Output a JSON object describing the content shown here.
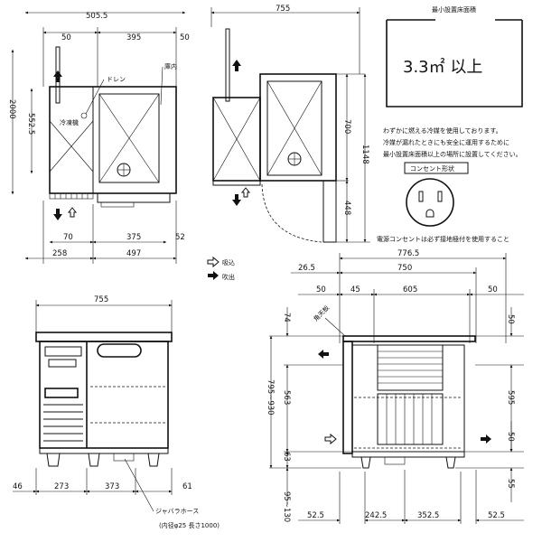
{
  "top_view": {
    "dims": {
      "overall": "505.5",
      "d50": "50",
      "d395": "395",
      "d50b": "50",
      "depth": "2000",
      "inner": "552.5",
      "d70": "70",
      "d375": "375",
      "d52": "52",
      "d258": "258",
      "d497": "497"
    },
    "labels": {
      "drain": "ドレン",
      "refrigeration": "冷凍機",
      "interior": "庫内"
    }
  },
  "side_view": {
    "dims": {
      "width": "755",
      "h700": "700",
      "h448": "448",
      "h1148": "1148"
    }
  },
  "min_area": {
    "title": "最小設置床面積",
    "value": "3.3㎡ 以上",
    "note_lines": [
      "わずかに燃える冷媒を使用しております。",
      "冷媒が漏れたときにも安全に運用するために",
      "最小設置床面積以上の場所に設置してください。"
    ],
    "outlet_label": "コンセント形状",
    "outlet_note": "電源コンセントは必ず接地極付を使用すること"
  },
  "legend": {
    "intake": "吸込",
    "exhaust": "吹出"
  },
  "front_view": {
    "dims": {
      "width": "755",
      "d46": "46",
      "d273": "273",
      "d373": "373",
      "d61": "61"
    },
    "hose_label": "ジャバラホース",
    "hose_note": "(内径φ25 長さ1000)"
  },
  "right_view": {
    "dims": {
      "w7765": "776.5",
      "w265": "26.5",
      "w750": "750",
      "w50a": "50",
      "w45": "45",
      "w605": "605",
      "w50b": "50",
      "h74": "74",
      "h795": "795~930",
      "h563": "563",
      "h63": "63",
      "h95": "95~130",
      "h50a": "50",
      "h595": "595",
      "h50b": "50",
      "h55": "55",
      "b525a": "52.5",
      "b2425": "242.5",
      "b3525": "352.5",
      "b525b": "52.5"
    },
    "plate_label": "角天板"
  }
}
